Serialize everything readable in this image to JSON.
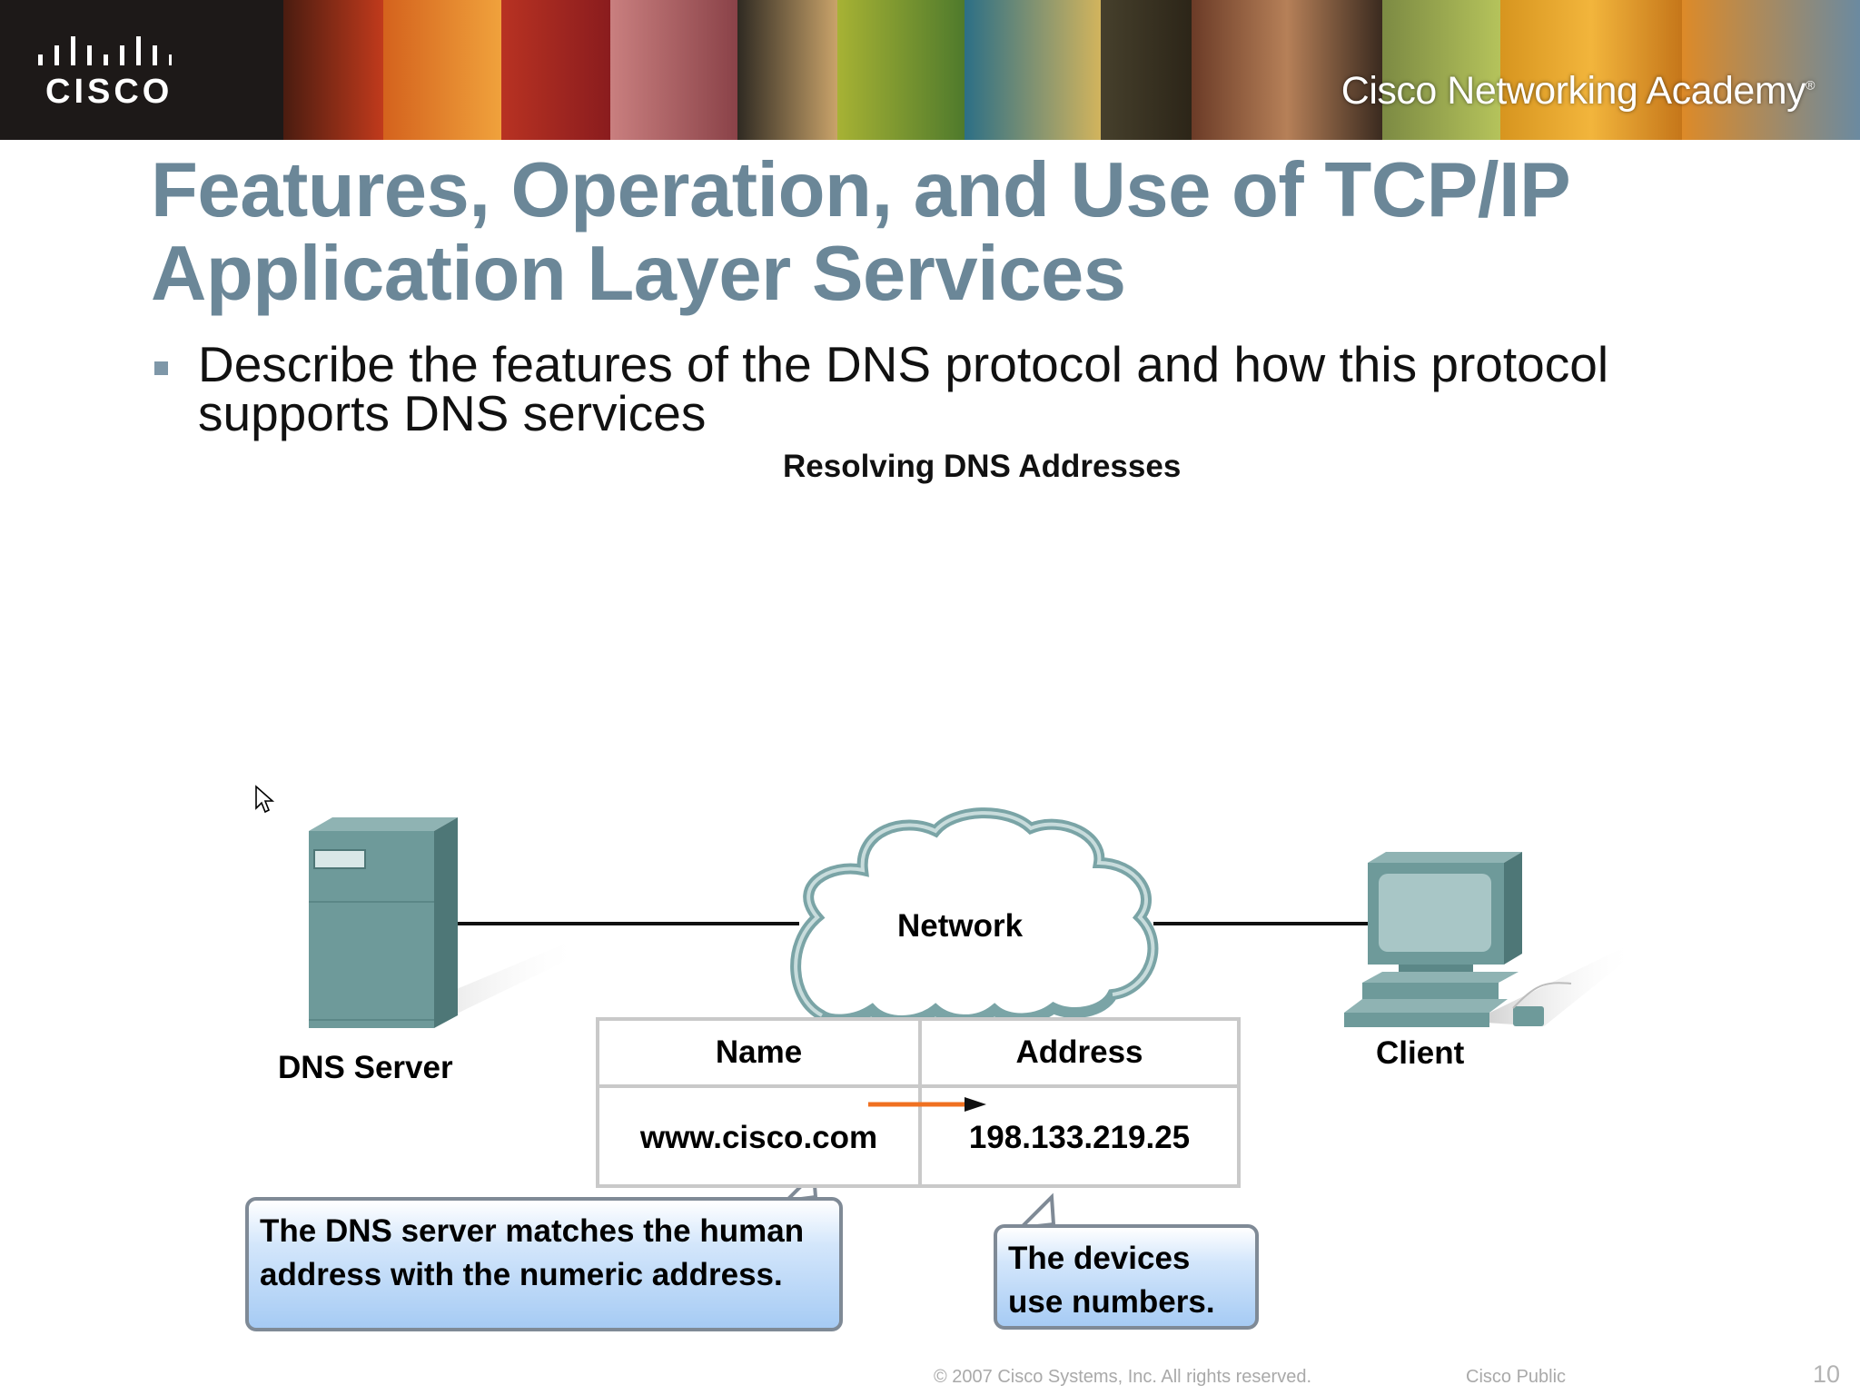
{
  "banner": {
    "brand_logo": "cisco-logo",
    "logo_text": "CISCO",
    "academy": "Cisco Networking Academy",
    "academy_mark": "®"
  },
  "slide": {
    "title": "Features, Operation, and Use of TCP/IP Application Layer Services",
    "bullet": "Describe the features of the DNS protocol and how this protocol supports DNS services"
  },
  "figure": {
    "title": "Resolving DNS Addresses",
    "dns_server_label": "DNS Server",
    "network_label": "Network",
    "client_label": "Client",
    "table": {
      "headers": [
        "Name",
        "Address"
      ],
      "rows": [
        [
          "www.cisco.com",
          "198.133.219.25"
        ]
      ]
    },
    "callout_server": "The DNS server matches the human address with the numeric address.",
    "callout_devices": "The devices use numbers.",
    "colors": {
      "device_teal": "#6e9a9a",
      "cloud_stroke": "#7aa4a6",
      "arrow_orange": "#f07020",
      "title_blue": "#6b8798"
    }
  },
  "footer": {
    "copyright": "© 2007 Cisco Systems, Inc. All rights reserved.",
    "classification": "Cisco Public",
    "page_number": "10"
  }
}
